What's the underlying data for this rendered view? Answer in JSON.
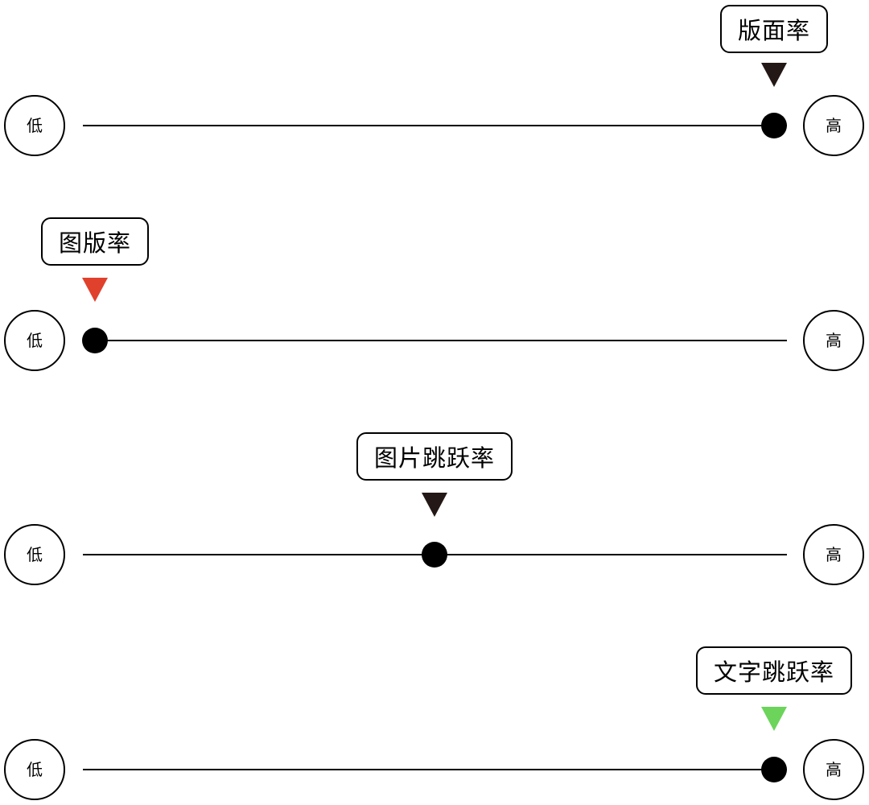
{
  "scale": {
    "low_label": "低",
    "high_label": "高"
  },
  "rows": [
    {
      "label": "版面率",
      "level": 0.97,
      "pointer_color": "#231815"
    },
    {
      "label": "图版率",
      "level": 0.0,
      "pointer_color": "#e0412c"
    },
    {
      "label": "图片跳跃率",
      "level": 0.5,
      "pointer_color": "#231815"
    },
    {
      "label": "文字跳跃率",
      "level": 0.97,
      "pointer_color": "#6cd45b"
    }
  ]
}
